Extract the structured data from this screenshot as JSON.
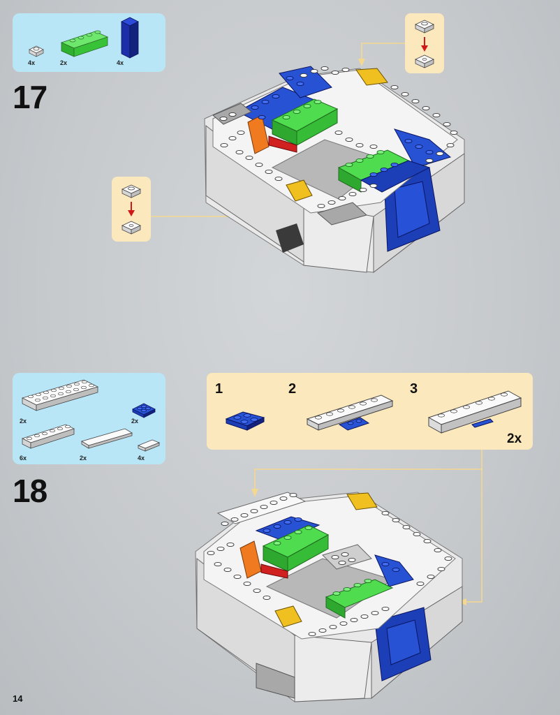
{
  "page": {
    "number": "14"
  },
  "steps": [
    {
      "number": "17",
      "parts": [
        {
          "name": "white-plate-1x1",
          "qty": "4x",
          "color": "#f2f2f2"
        },
        {
          "name": "green-brick-1x4",
          "qty": "2x",
          "color": "#3fcf3f"
        },
        {
          "name": "blue-panel-1x2x3",
          "qty": "4x",
          "color": "#1c2fa8"
        }
      ],
      "callouts": [
        {
          "name": "plate-on-tile-callout-a"
        },
        {
          "name": "plate-on-tile-callout-b"
        }
      ]
    },
    {
      "number": "18",
      "parts": [
        {
          "name": "white-plate-2x8",
          "qty": "2x",
          "color": "#f2f2f2"
        },
        {
          "name": "blue-bracket",
          "qty": "2x",
          "color": "#1c3fb8"
        },
        {
          "name": "white-plate-1x6",
          "qty": "6x",
          "color": "#f2f2f2"
        },
        {
          "name": "white-tile-1x6",
          "qty": "2x",
          "color": "#f2f2f2"
        },
        {
          "name": "white-tile-1x2",
          "qty": "4x",
          "color": "#f2f2f2"
        }
      ],
      "subassembly": {
        "steps": [
          "1",
          "2",
          "3"
        ],
        "multiplier": "2x"
      }
    }
  ],
  "colors": {
    "parts_box": "#b9e6f7",
    "callout": "#fbe8bd",
    "white_brick": "#f2f2f2",
    "blue": "#1c3fb8",
    "green": "#3fcf3f",
    "yellow": "#f0c020",
    "orange": "#f07a20",
    "red": "#d02020"
  }
}
